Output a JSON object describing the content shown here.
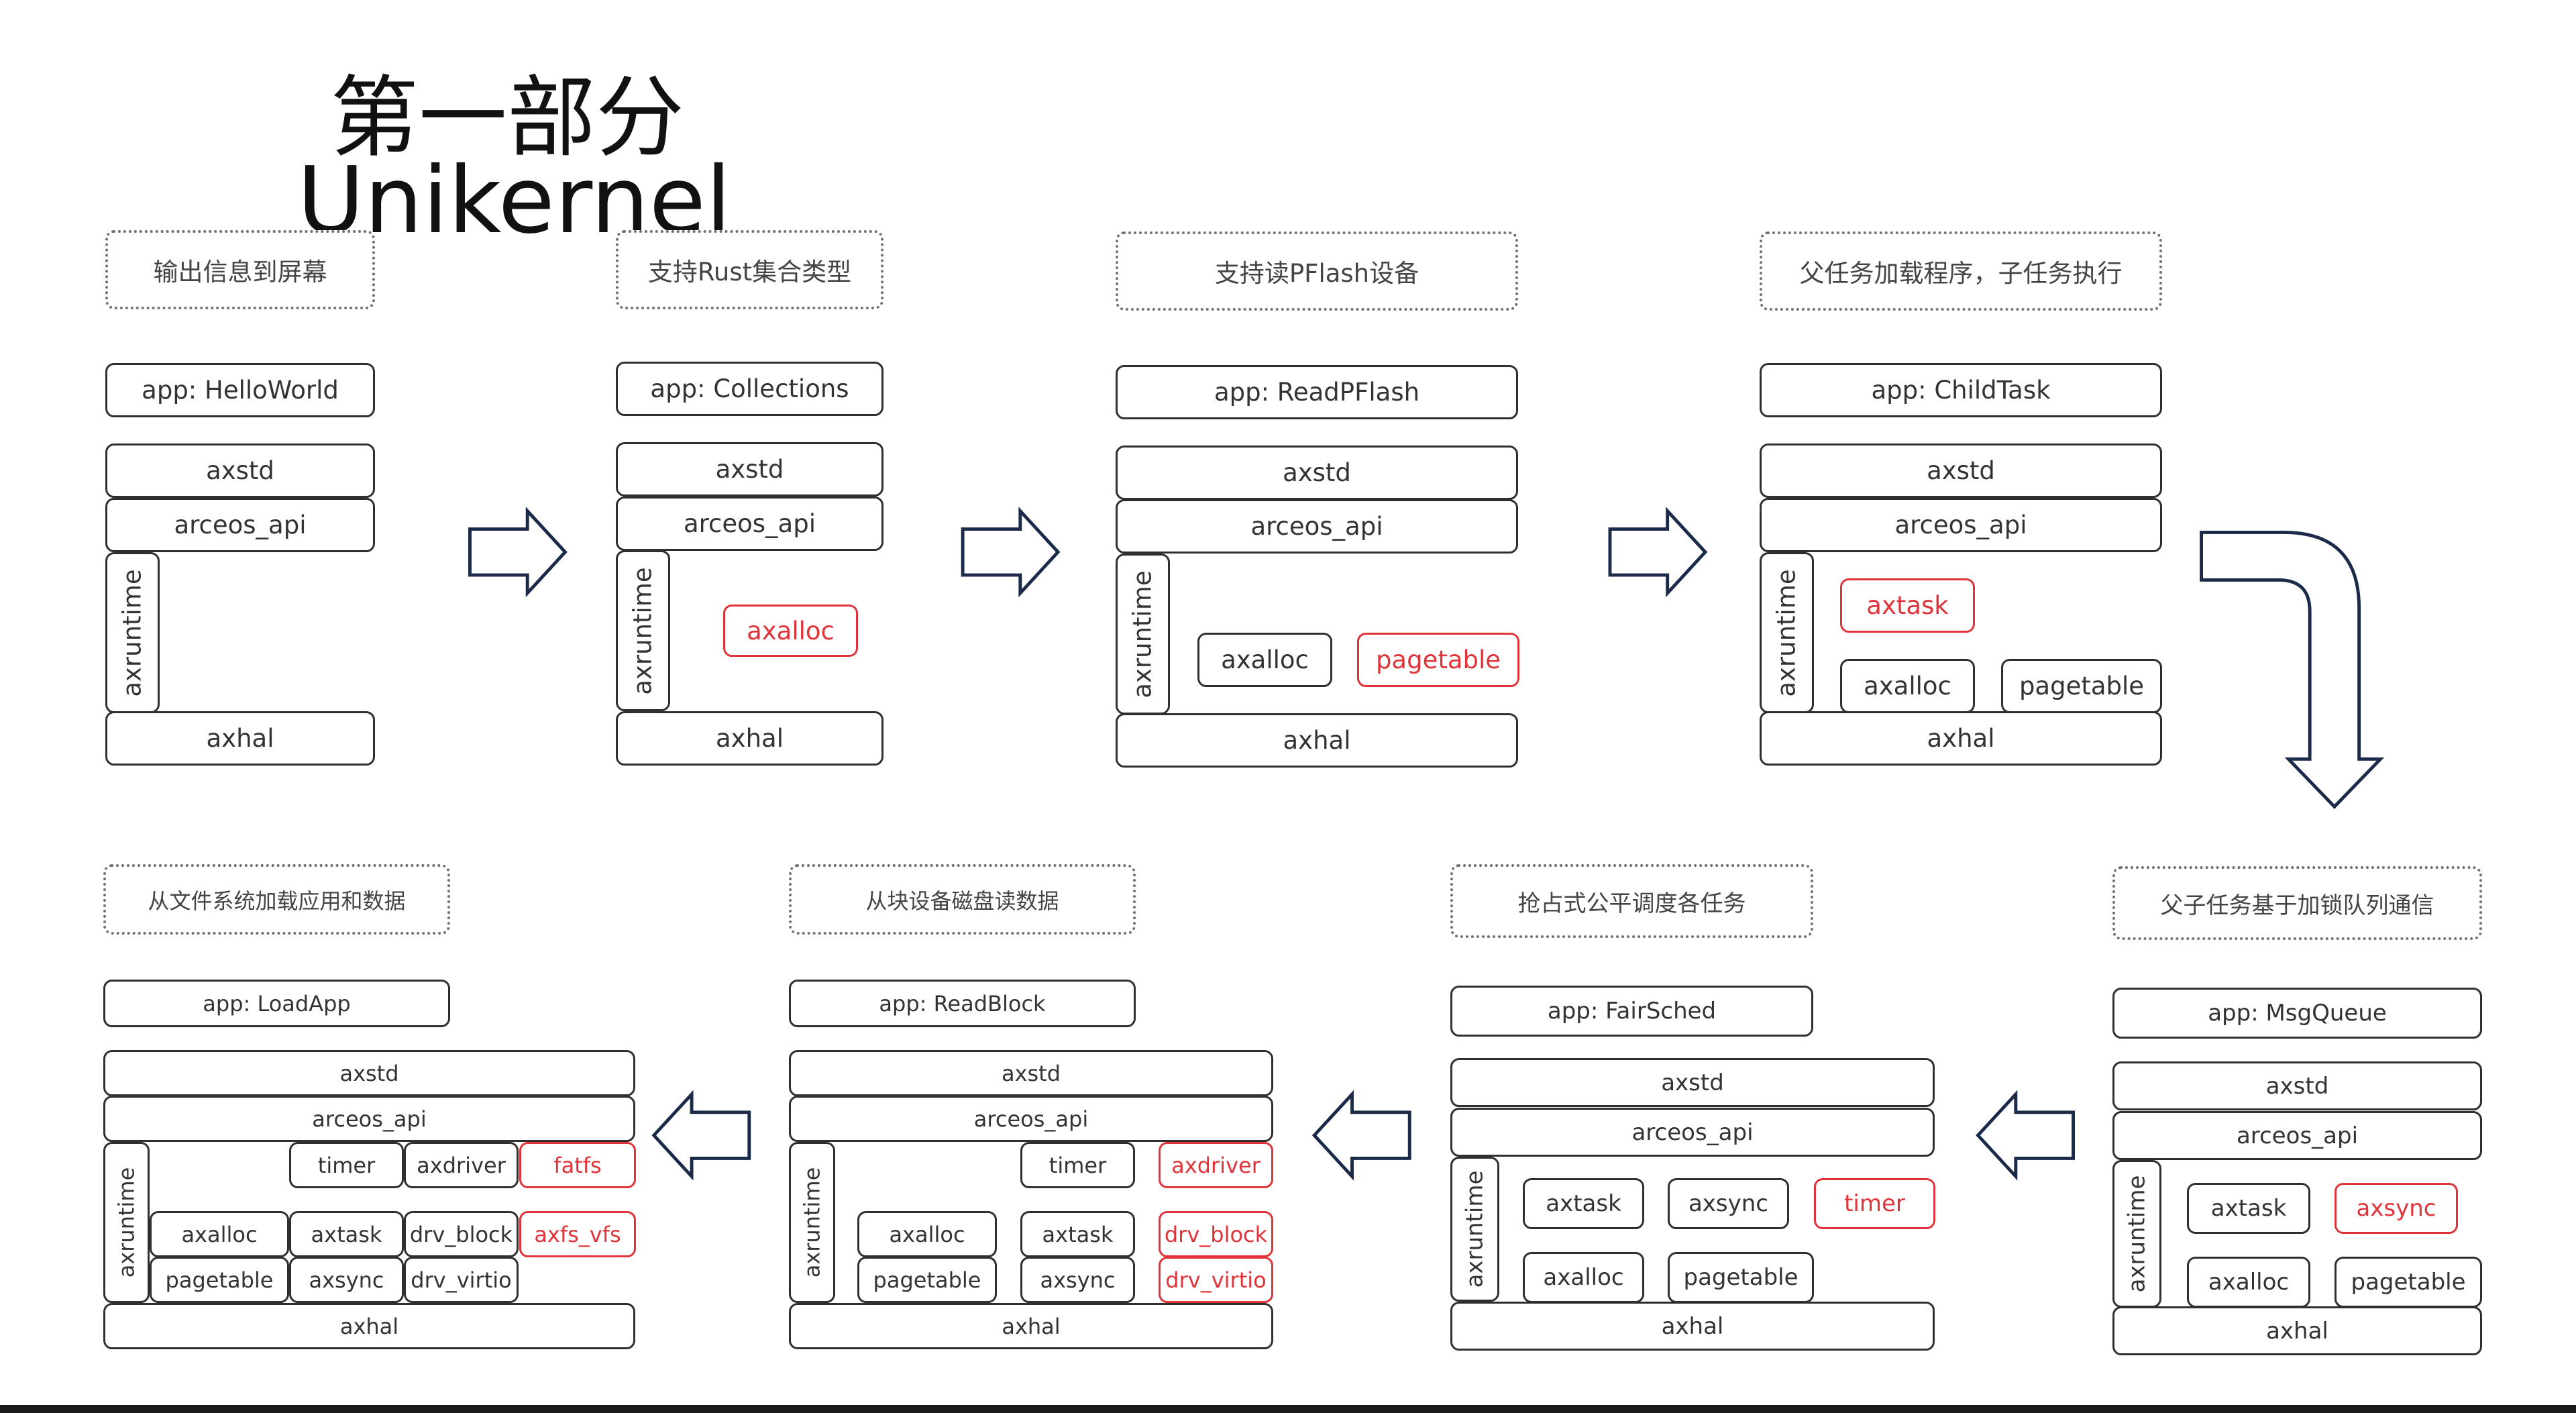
{
  "title": {
    "line1": "第一部分",
    "line2": "Unikernel"
  },
  "colors": {
    "normal": "#2f2f2f",
    "highlight": "#e0343a",
    "arrow": "#1c2a4a"
  },
  "panels": [
    {
      "id": "helloworld",
      "caption": "输出信息到屏幕",
      "app": "app: HelloWorld",
      "layers": {
        "axstd": "axstd",
        "arceos_api": "arceos_api",
        "axruntime": "axruntime",
        "axhal": "axhal"
      },
      "modules": []
    },
    {
      "id": "collections",
      "caption": "支持Rust集合类型",
      "app": "app: Collections",
      "layers": {
        "axstd": "axstd",
        "arceos_api": "arceos_api",
        "axruntime": "axruntime",
        "axhal": "axhal"
      },
      "modules": [
        {
          "text": "axalloc",
          "new": true
        }
      ]
    },
    {
      "id": "readpflash",
      "caption": "支持读PFlash设备",
      "app": "app: ReadPFlash",
      "layers": {
        "axstd": "axstd",
        "arceos_api": "arceos_api",
        "axruntime": "axruntime",
        "axhal": "axhal"
      },
      "modules": [
        {
          "text": "axalloc",
          "new": false
        },
        {
          "text": "pagetable",
          "new": true
        }
      ]
    },
    {
      "id": "childtask",
      "caption": "父任务加载程序，子任务执行",
      "app": "app: ChildTask",
      "layers": {
        "axstd": "axstd",
        "arceos_api": "arceos_api",
        "axruntime": "axruntime",
        "axhal": "axhal"
      },
      "modules": [
        {
          "text": "axtask",
          "new": true
        },
        {
          "text": "axalloc",
          "new": false
        },
        {
          "text": "pagetable",
          "new": false
        }
      ]
    },
    {
      "id": "msgqueue",
      "caption": "父子任务基于加锁队列通信",
      "app": "app: MsgQueue",
      "layers": {
        "axstd": "axstd",
        "arceos_api": "arceos_api",
        "axruntime": "axruntime",
        "axhal": "axhal"
      },
      "modules": [
        {
          "text": "axtask",
          "new": false
        },
        {
          "text": "axsync",
          "new": true
        },
        {
          "text": "axalloc",
          "new": false
        },
        {
          "text": "pagetable",
          "new": false
        }
      ]
    },
    {
      "id": "fairsched",
      "caption": "抢占式公平调度各任务",
      "app": "app: FairSched",
      "layers": {
        "axstd": "axstd",
        "arceos_api": "arceos_api",
        "axruntime": "axruntime",
        "axhal": "axhal"
      },
      "modules": [
        {
          "text": "axtask",
          "new": false
        },
        {
          "text": "axsync",
          "new": false
        },
        {
          "text": "timer",
          "new": true
        },
        {
          "text": "axalloc",
          "new": false
        },
        {
          "text": "pagetable",
          "new": false
        }
      ]
    },
    {
      "id": "readblock",
      "caption": "从块设备磁盘读数据",
      "app": "app: ReadBlock",
      "layers": {
        "axstd": "axstd",
        "arceos_api": "arceos_api",
        "axruntime": "axruntime",
        "axhal": "axhal"
      },
      "modules": [
        {
          "text": "timer",
          "new": false
        },
        {
          "text": "axdriver",
          "new": true
        },
        {
          "text": "axalloc",
          "new": false
        },
        {
          "text": "axtask",
          "new": false
        },
        {
          "text": "drv_block",
          "new": true
        },
        {
          "text": "pagetable",
          "new": false
        },
        {
          "text": "axsync",
          "new": false
        },
        {
          "text": "drv_virtio",
          "new": true
        }
      ]
    },
    {
      "id": "loadapp",
      "caption": "从文件系统加载应用和数据",
      "app": "app: LoadApp",
      "layers": {
        "axstd": "axstd",
        "arceos_api": "arceos_api",
        "axruntime": "axruntime",
        "axhal": "axhal"
      },
      "modules": [
        {
          "text": "timer",
          "new": false
        },
        {
          "text": "axdriver",
          "new": false
        },
        {
          "text": "fatfs",
          "new": true
        },
        {
          "text": "axalloc",
          "new": false
        },
        {
          "text": "axtask",
          "new": false
        },
        {
          "text": "drv_block",
          "new": false
        },
        {
          "text": "axfs_vfs",
          "new": true
        },
        {
          "text": "pagetable",
          "new": false
        },
        {
          "text": "axsync",
          "new": false
        },
        {
          "text": "drv_virtio",
          "new": false
        }
      ]
    }
  ]
}
